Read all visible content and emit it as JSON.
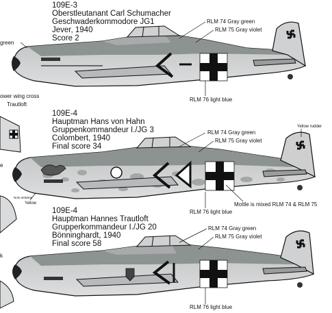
{
  "aircraft": [
    {
      "designation": "109E-3",
      "pilot": "Oberstleutanant Carl Schumacher",
      "unit": "Geschwaderkommodore JG1",
      "place_year": "Jever, 1940",
      "score": "Score 2",
      "callouts": [
        "RLM 74 Gray green",
        "RLM 75 Gray violet",
        "RLM 76 light blue"
      ],
      "left_edge_label": "green"
    },
    {
      "designation": "109E-4",
      "pilot": "Hauptman Hans von Hahn",
      "unit": "Gruppenkommandeur I./JG 3",
      "place_year": "Colombert, 1940",
      "score": "Final score 34",
      "callouts": [
        "RLM 74 Gray green",
        "RLM 75 Gray violet",
        "RLM 76 light blue",
        "Yellow rudder",
        "Yellow"
      ],
      "mottle_note": "Mottle is mixed RLM 74 & RLM 75"
    },
    {
      "designation": "109E-4",
      "pilot": "Hauptman Hannes Trautloft",
      "unit": "Grupperkommandeur I./JG 20",
      "place_year": "Bönninghardt, 1940",
      "score": "Final score 58",
      "callouts": [
        "RLM 74 Gray green",
        "RLM 75 Gray violet",
        "RLM 76 light blue"
      ]
    }
  ],
  "side_view": {
    "label_line1": "ower wing cross",
    "label_line2": "Trautloft",
    "cropped_text": "Nolo antiwear",
    "cropped_text2": "k",
    "cropped_text3": "e"
  },
  "colors": {
    "rlm74": "#8d9390",
    "rlm75": "#a8aaab",
    "rlm76": "#d8dadb",
    "yellow": "#cfcfcf",
    "ink": "#111111"
  }
}
